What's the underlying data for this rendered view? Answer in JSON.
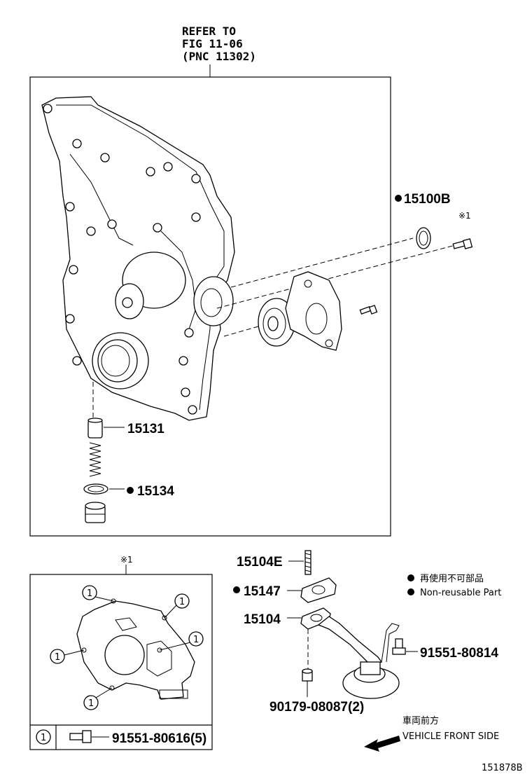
{
  "reference": {
    "line1": "REFER TO",
    "line2": "FIG 11-06",
    "line3": "(PNC 11302)"
  },
  "parts": {
    "oring_top": "15100B",
    "relief_valve": "15131",
    "gasket_bottom": "15134",
    "stud": "15104E",
    "strainer_gasket": "15147",
    "strainer": "15104",
    "bolt_strainer": "91551-80814",
    "nut": "90179-08087(2)",
    "bolt_pump": "91551-80616(5)"
  },
  "marks": {
    "asterisk_top": "※1",
    "asterisk_box": "※1",
    "circle_one": "1"
  },
  "legend": {
    "jp": "再使用不可部品",
    "en": "Non-reusable Part"
  },
  "direction": {
    "jp": "車両前方",
    "en": "VEHICLE FRONT SIDE"
  },
  "figure_id": "151878B"
}
